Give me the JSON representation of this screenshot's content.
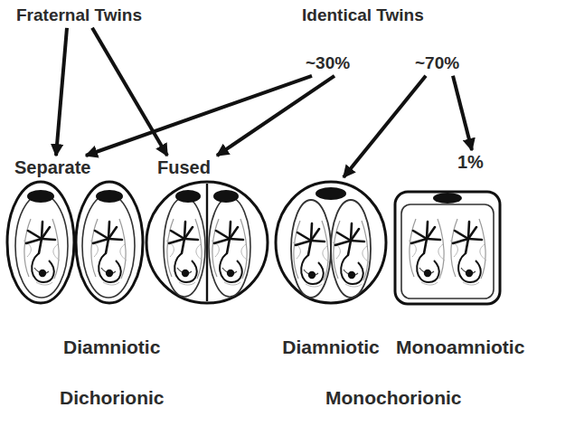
{
  "diagram": {
    "nodes": [
      {
        "text": [
          "Fraternal Twins"
        ]
      },
      {
        "text": [
          "Identical Twins"
        ]
      },
      {
        "text": [
          "~30%"
        ]
      },
      {
        "text": [
          "~70%"
        ]
      },
      {
        "text": [
          "Separate"
        ]
      },
      {
        "text": [
          "Fused"
        ]
      },
      {
        "text": [
          "Diamniotic"
        ]
      },
      {
        "text": [
          "1%",
          "Monoamniotic"
        ]
      }
    ],
    "edges": [
      {
        "from": 0,
        "to": 4,
        "arrow": "to"
      },
      {
        "from": 0,
        "to": 5,
        "arrow": "to"
      },
      {
        "from": 2,
        "to": 4,
        "arrow": "to"
      },
      {
        "from": 2,
        "to": 5,
        "arrow": "to"
      },
      {
        "from": 3,
        "to": 6,
        "arrow": "to"
      },
      {
        "from": 3,
        "to": 7,
        "arrow": "to"
      }
    ],
    "labels": [
      "Diamniotic",
      "Dichorionic",
      "Monochorionic"
    ]
  }
}
